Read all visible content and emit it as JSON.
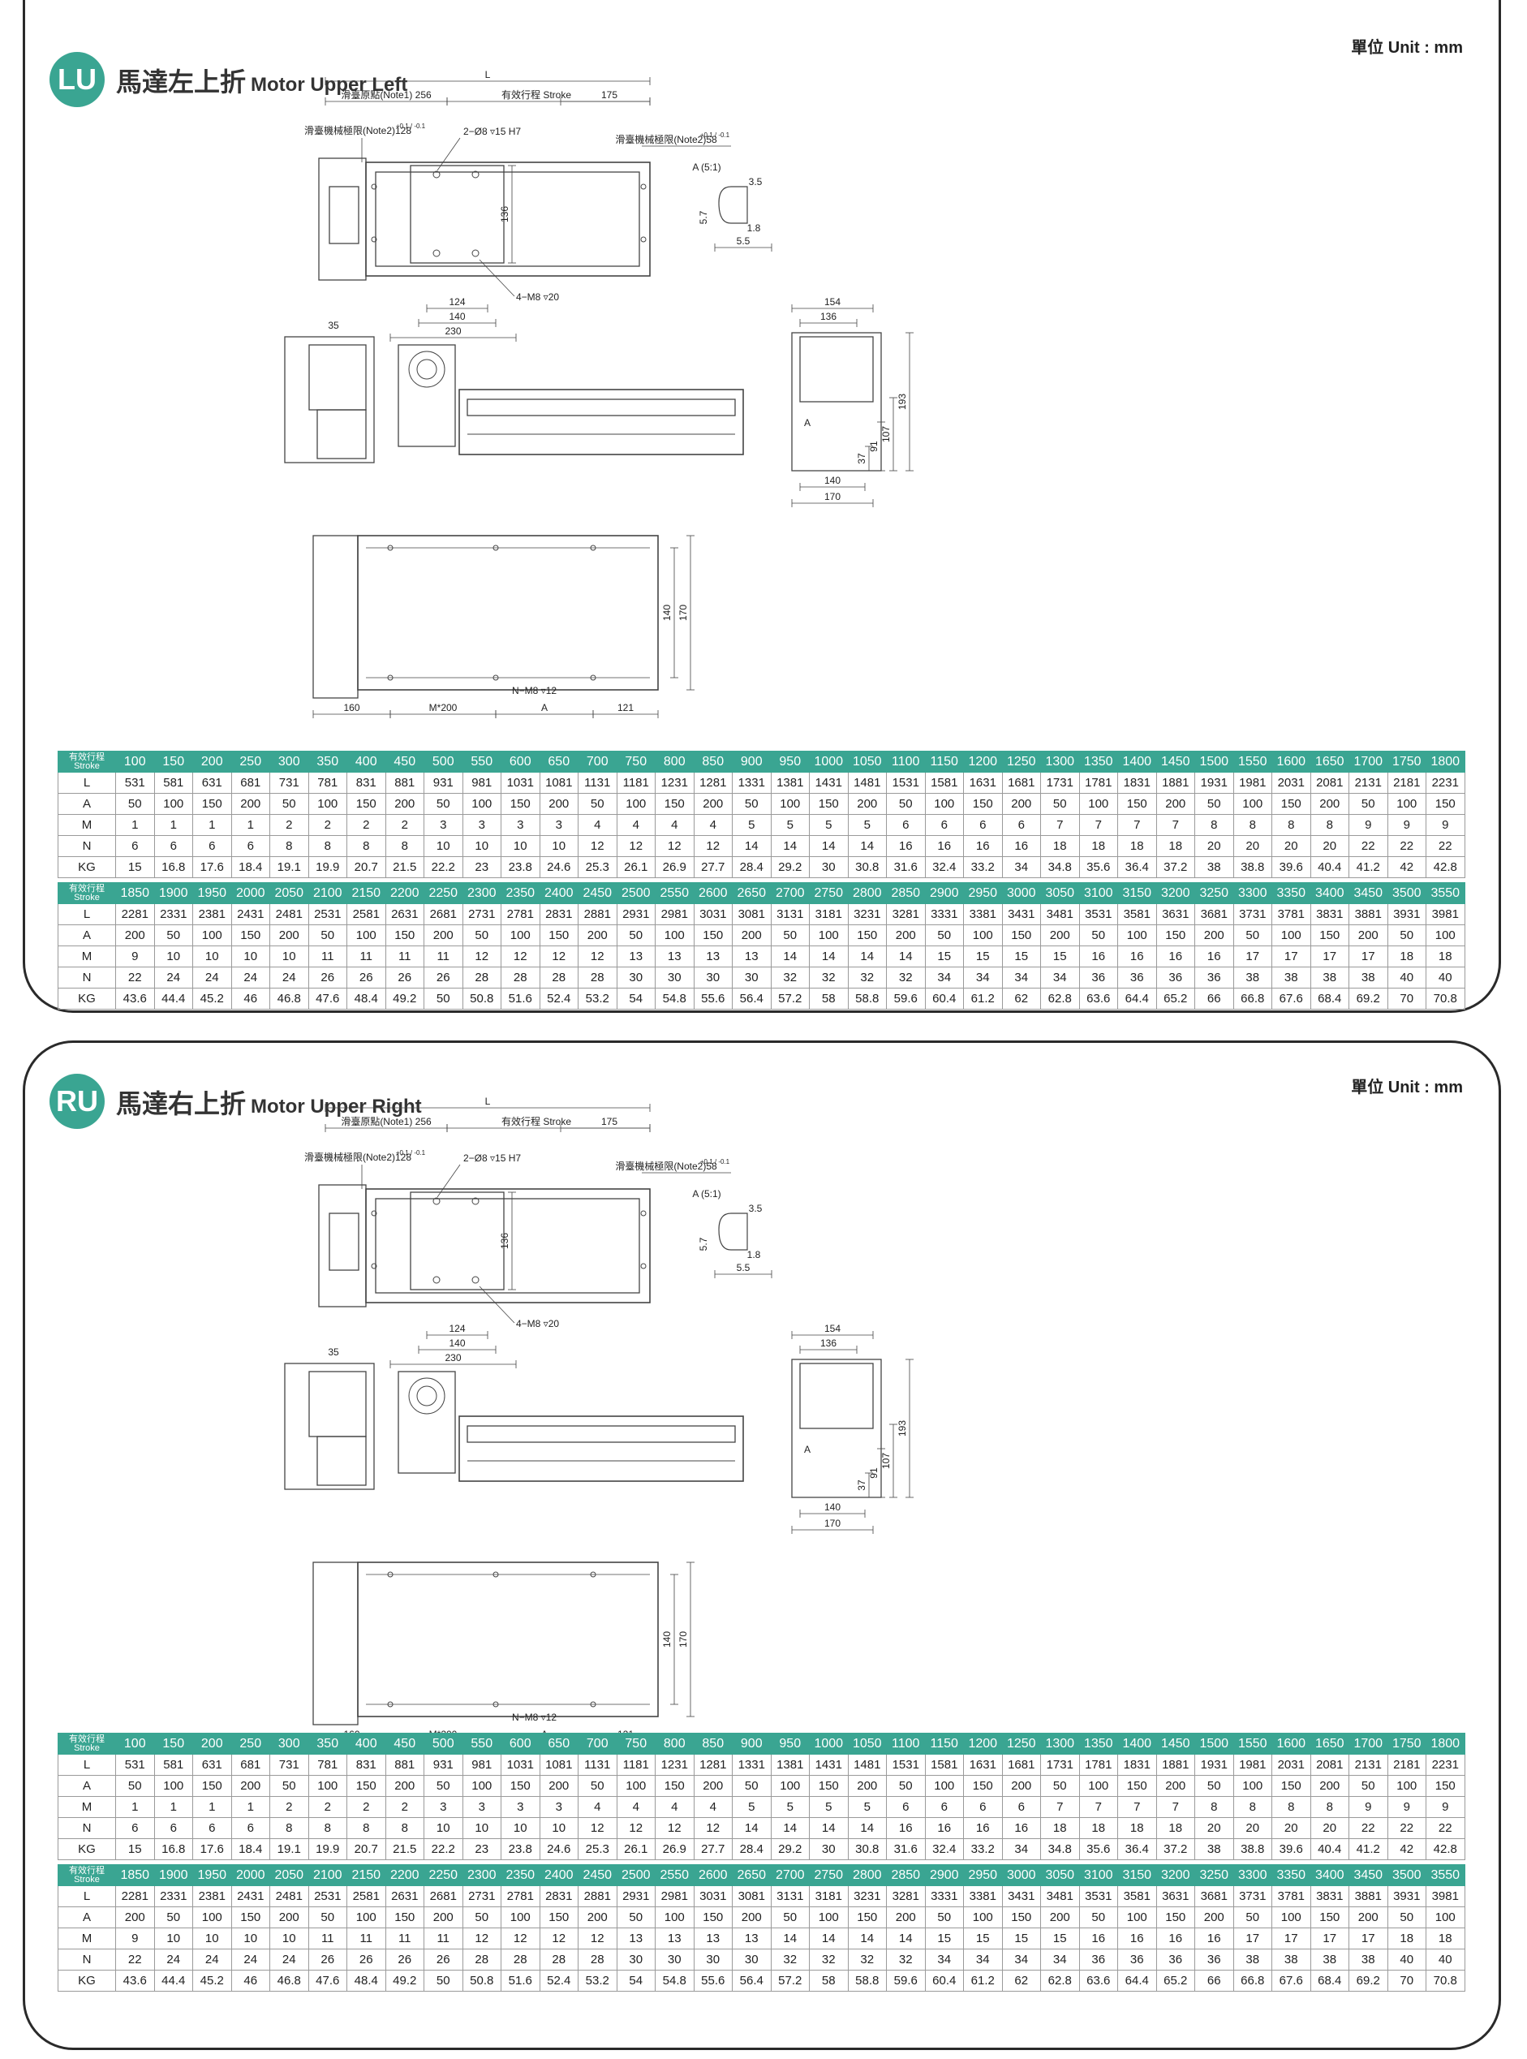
{
  "unit_label": "單位 Unit : mm",
  "panels": [
    {
      "badge": "LU",
      "title_zh": "馬達左上折",
      "title_en": "Motor Upper Left"
    },
    {
      "badge": "RU",
      "title_zh": "馬達右上折",
      "title_en": "Motor Upper Right"
    }
  ],
  "dimensions": {
    "L": "L",
    "origin": "滑臺原點(Note1) 256",
    "stroke": "有效行程 Stroke",
    "d175": "175",
    "limit_left": "滑臺機械極限(Note2)128",
    "limit_left_tol": "+0.1 / -0.1",
    "limit_right": "滑臺機械極限(Note2)58",
    "limit_right_tol": "+0.1 / -0.1",
    "pin": "2−Ø8 ▿15 H7",
    "d136": "136",
    "tap": "4−M8 ▿20",
    "d124": "124",
    "d140": "140",
    "d230": "230",
    "detail": "A (5:1)",
    "d3_5": "3.5",
    "d5_7": "5.7",
    "d1_8": "1.8",
    "d5_5": "5.5",
    "d35": "35",
    "d154": "154",
    "d193": "193",
    "d107": "107",
    "d91": "91",
    "d37": "37",
    "d170": "170",
    "markA": "A",
    "bottom_tap": "N−M8 ▿12",
    "d160": "160",
    "m200": "M*200",
    "colA": "A",
    "d121": "121"
  },
  "spec_tables": {
    "header_label_zh": "有效行程",
    "header_label_en": "Stroke",
    "row_labels": [
      "L",
      "A",
      "M",
      "N",
      "KG"
    ],
    "table1": {
      "stroke": [
        "100",
        "150",
        "200",
        "250",
        "300",
        "350",
        "400",
        "450",
        "500",
        "550",
        "600",
        "650",
        "700",
        "750",
        "800",
        "850",
        "900",
        "950",
        "1000",
        "1050",
        "1100",
        "1150",
        "1200",
        "1250",
        "1300",
        "1350",
        "1400",
        "1450",
        "1500",
        "1550",
        "1600",
        "1650",
        "1700",
        "1750",
        "1800"
      ],
      "L": [
        "531",
        "581",
        "631",
        "681",
        "731",
        "781",
        "831",
        "881",
        "931",
        "981",
        "1031",
        "1081",
        "1131",
        "1181",
        "1231",
        "1281",
        "1331",
        "1381",
        "1431",
        "1481",
        "1531",
        "1581",
        "1631",
        "1681",
        "1731",
        "1781",
        "1831",
        "1881",
        "1931",
        "1981",
        "2031",
        "2081",
        "2131",
        "2181",
        "2231"
      ],
      "A": [
        "50",
        "100",
        "150",
        "200",
        "50",
        "100",
        "150",
        "200",
        "50",
        "100",
        "150",
        "200",
        "50",
        "100",
        "150",
        "200",
        "50",
        "100",
        "150",
        "200",
        "50",
        "100",
        "150",
        "200",
        "50",
        "100",
        "150",
        "200",
        "50",
        "100",
        "150",
        "200",
        "50",
        "100",
        "150"
      ],
      "M": [
        "1",
        "1",
        "1",
        "1",
        "2",
        "2",
        "2",
        "2",
        "3",
        "3",
        "3",
        "3",
        "4",
        "4",
        "4",
        "4",
        "5",
        "5",
        "5",
        "5",
        "6",
        "6",
        "6",
        "6",
        "7",
        "7",
        "7",
        "7",
        "8",
        "8",
        "8",
        "8",
        "9",
        "9",
        "9"
      ],
      "N": [
        "6",
        "6",
        "6",
        "6",
        "8",
        "8",
        "8",
        "8",
        "10",
        "10",
        "10",
        "10",
        "12",
        "12",
        "12",
        "12",
        "14",
        "14",
        "14",
        "14",
        "16",
        "16",
        "16",
        "16",
        "18",
        "18",
        "18",
        "18",
        "20",
        "20",
        "20",
        "20",
        "22",
        "22",
        "22"
      ],
      "KG": [
        "15",
        "16.8",
        "17.6",
        "18.4",
        "19.1",
        "19.9",
        "20.7",
        "21.5",
        "22.2",
        "23",
        "23.8",
        "24.6",
        "25.3",
        "26.1",
        "26.9",
        "27.7",
        "28.4",
        "29.2",
        "30",
        "30.8",
        "31.6",
        "32.4",
        "33.2",
        "34",
        "34.8",
        "35.6",
        "36.4",
        "37.2",
        "38",
        "38.8",
        "39.6",
        "40.4",
        "41.2",
        "42",
        "42.8"
      ]
    },
    "table2": {
      "stroke": [
        "1850",
        "1900",
        "1950",
        "2000",
        "2050",
        "2100",
        "2150",
        "2200",
        "2250",
        "2300",
        "2350",
        "2400",
        "2450",
        "2500",
        "2550",
        "2600",
        "2650",
        "2700",
        "2750",
        "2800",
        "2850",
        "2900",
        "2950",
        "3000",
        "3050",
        "3100",
        "3150",
        "3200",
        "3250",
        "3300",
        "3350",
        "3400",
        "3450",
        "3500",
        "3550"
      ],
      "L": [
        "2281",
        "2331",
        "2381",
        "2431",
        "2481",
        "2531",
        "2581",
        "2631",
        "2681",
        "2731",
        "2781",
        "2831",
        "2881",
        "2931",
        "2981",
        "3031",
        "3081",
        "3131",
        "3181",
        "3231",
        "3281",
        "3331",
        "3381",
        "3431",
        "3481",
        "3531",
        "3581",
        "3631",
        "3681",
        "3731",
        "3781",
        "3831",
        "3881",
        "3931",
        "3981"
      ],
      "A": [
        "200",
        "50",
        "100",
        "150",
        "200",
        "50",
        "100",
        "150",
        "200",
        "50",
        "100",
        "150",
        "200",
        "50",
        "100",
        "150",
        "200",
        "50",
        "100",
        "150",
        "200",
        "50",
        "100",
        "150",
        "200",
        "50",
        "100",
        "150",
        "200",
        "50",
        "100",
        "150",
        "200",
        "50",
        "100"
      ],
      "M": [
        "9",
        "10",
        "10",
        "10",
        "10",
        "11",
        "11",
        "11",
        "11",
        "12",
        "12",
        "12",
        "12",
        "13",
        "13",
        "13",
        "13",
        "14",
        "14",
        "14",
        "14",
        "15",
        "15",
        "15",
        "15",
        "16",
        "16",
        "16",
        "16",
        "17",
        "17",
        "17",
        "17",
        "18",
        "18"
      ],
      "N": [
        "22",
        "24",
        "24",
        "24",
        "24",
        "26",
        "26",
        "26",
        "26",
        "28",
        "28",
        "28",
        "28",
        "30",
        "30",
        "30",
        "30",
        "32",
        "32",
        "32",
        "32",
        "34",
        "34",
        "34",
        "34",
        "36",
        "36",
        "36",
        "36",
        "38",
        "38",
        "38",
        "38",
        "40",
        "40"
      ],
      "KG": [
        "43.6",
        "44.4",
        "45.2",
        "46",
        "46.8",
        "47.6",
        "48.4",
        "49.2",
        "50",
        "50.8",
        "51.6",
        "52.4",
        "53.2",
        "54",
        "54.8",
        "55.6",
        "56.4",
        "57.2",
        "58",
        "58.8",
        "59.6",
        "60.4",
        "61.2",
        "62",
        "62.8",
        "63.6",
        "64.4",
        "65.2",
        "66",
        "66.8",
        "67.6",
        "68.4",
        "69.2",
        "70",
        "70.8"
      ]
    }
  }
}
